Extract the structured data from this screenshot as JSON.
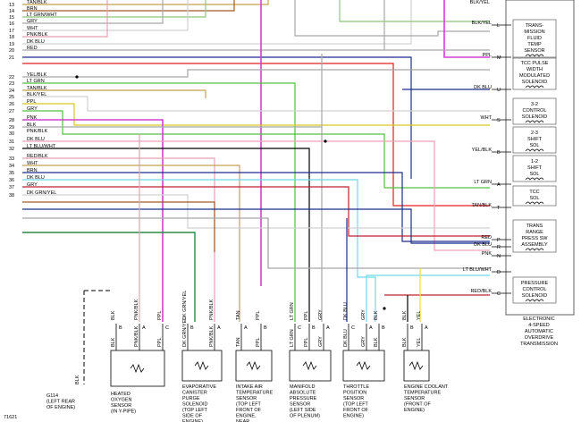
{
  "page": {
    "code": "71621"
  },
  "colors": {
    "wire": {
      "tan_blk": "#c8a050",
      "brn": "#a05a28",
      "lt_grn_wht": "#8cc878",
      "gry": "#a8a8a8",
      "wht": "#d0d0d0",
      "pnk_blk": "#e8a0b0",
      "dk_blu": "#1c2c8c",
      "red": "#e02020",
      "yel_blk": "#d8c820",
      "lt_grn": "#50c040",
      "ppl": "#d040d0",
      "pnk": "#f0a0b8",
      "blk": "#000000",
      "lt_blu_wht": "#70d8e8",
      "red_blk": "#c02030",
      "dk_grn_yel": "#2a8a4a",
      "yel": "#f0e020",
      "tan": "#d0b080"
    },
    "panel_border": "#606060",
    "panel_fill": "#ffffff"
  },
  "left_connector": {
    "rows": [
      {
        "pin": "13",
        "label": "TAN/BLK"
      },
      {
        "pin": "14",
        "label": "BRN"
      },
      {
        "pin": "15",
        "label": "LT GRN/WHT"
      },
      {
        "pin": "16",
        "label": "GRY"
      },
      {
        "pin": "17",
        "label": "WHT"
      },
      {
        "pin": "18",
        "label": "PNK/BLK"
      },
      {
        "pin": "19",
        "label": "DK BLU"
      },
      {
        "pin": "20",
        "label": "RED"
      },
      {
        "pin": "21",
        "label": ""
      },
      {
        "pin": "22",
        "label": "YEL/BLK"
      },
      {
        "pin": "23",
        "label": "LT GRN"
      },
      {
        "pin": "24",
        "label": "TAN/BLK"
      },
      {
        "pin": "25",
        "label": "BLK/YEL"
      },
      {
        "pin": "26",
        "label": "PPL"
      },
      {
        "pin": "27",
        "label": "GRY"
      },
      {
        "pin": "28",
        "label": "PNK"
      },
      {
        "pin": "29",
        "label": "BLK"
      },
      {
        "pin": "30",
        "label": "PNK/BLK"
      },
      {
        "pin": "31",
        "label": "DK BLU"
      },
      {
        "pin": "32",
        "label": "LT BLU/WHT"
      },
      {
        "pin": "33",
        "label": "RED/BLK"
      },
      {
        "pin": "34",
        "label": "WHT"
      },
      {
        "pin": "35",
        "label": "BRN"
      },
      {
        "pin": "36",
        "label": "DK BLU"
      },
      {
        "pin": "37",
        "label": "GRY"
      },
      {
        "pin": "38",
        "label": "DK GRN/YEL"
      }
    ]
  },
  "transmission": {
    "connectors": [
      {
        "wire": "BLK/YEL",
        "pin": "L"
      },
      {
        "wire": "PPL",
        "pin": "M"
      },
      {
        "wire": "DK BLU",
        "pin": "U"
      },
      {
        "wire": "WHT",
        "pin": "S"
      },
      {
        "wire": "YEL/BLK",
        "pin": "B"
      },
      {
        "wire": "LT GRN",
        "pin": "A"
      },
      {
        "wire": "TAN/BLK",
        "pin": "T"
      },
      {
        "wire": "RED",
        "pin": "P"
      },
      {
        "wire": "DK BLU",
        "pin": "R"
      },
      {
        "wire": "PNK",
        "pin": "N"
      },
      {
        "wire": "LT BLU/WHT",
        "pin": "D"
      },
      {
        "wire": "RED/BLK",
        "pin": "C"
      }
    ],
    "components": [
      {
        "label": "TRANS-\nMISSION\nFLUID\nTEMP\nSENSOR"
      },
      {
        "label": "TCC PULSE\nWIDTH\nMODULATED\nSOLENOID"
      },
      {
        "label": "3-2\nCONTROL\nSOLENOID"
      },
      {
        "label": "2-3\nSHIFT\nSOL"
      },
      {
        "label": "1-2\nSHIFT\nSOL"
      },
      {
        "label": "TCC\nSOL"
      },
      {
        "label": "TRANS\nRANGE\nPRESS SW\nASSEMBLY"
      },
      {
        "label": "PRESSURE\nCONTROL\nSOLENOID"
      }
    ],
    "title": "ELECTRONIC\n4-SPEED\nAUTOMATIC\nOVERDRIVE\nTRANSMISSION",
    "top_labels": [
      "BLK/YEL"
    ]
  },
  "sensors": [
    {
      "name": "oxygen",
      "label": "HEATED\nOXYGEN\nSENSOR\n(IN Y-PIPE)",
      "pins": [
        "B",
        "A",
        "C"
      ],
      "wires_top": [
        "BLK",
        "PNK/BLK",
        "PPL"
      ],
      "wires_bottom": [
        "BLK",
        "PNK/BLK",
        "PPL"
      ]
    },
    {
      "name": "evap",
      "label": "EVAPORATIVE\nCANISTER\nPURGE\nSOLENOID\n(TOP LEFT\nSIDE OF\nENGINE)",
      "pins": [
        "B",
        "A"
      ],
      "wires_top": [
        "DK GRN/YEL",
        "PNK/BLK"
      ],
      "wires_bottom": [
        "DK GRN/YEL",
        "PNK/BLK"
      ]
    },
    {
      "name": "iat",
      "label": "INTAKE AIR\nTEMPERATURE\nSENSOR\n(TOP LEFT\nFRONT OF\nENGINE,\nNEAR\nGENERATOR)",
      "pins": [
        "A",
        "B"
      ],
      "wires_top": [
        "TAN",
        "PPL"
      ],
      "wires_bottom": [
        "TAN",
        "PPL"
      ]
    },
    {
      "name": "map",
      "label": "MANIFOLD\nABSOLUTE\nPRESSURE\nSENSOR\n(LEFT SIDE\nOF PLENUM)",
      "pins": [
        "C",
        "B",
        "A"
      ],
      "wires_top": [
        "LT GRN",
        "PPL",
        "GRY"
      ],
      "wires_bottom": [
        "LT GRN",
        "PPL",
        "GRY"
      ]
    },
    {
      "name": "tps",
      "label": "THROTTLE\nPOSITION\nSENSOR\n(TOP LEFT\nFRONT OF\nENGINE)",
      "pins": [
        "C",
        "A",
        "B"
      ],
      "wires_top": [
        "DK BLU",
        "GRY",
        "BLK"
      ],
      "wires_bottom": [
        "DK BLU",
        "GRY",
        "BLK"
      ]
    },
    {
      "name": "ect",
      "label": "ENGINE COOLANT\nTEMPERATURE\nSENSOR\n(FRONT OF\nENGINE)",
      "pins": [
        "B",
        "A"
      ],
      "wires_top": [
        "BLK",
        "YEL"
      ],
      "wires_bottom": [
        "BLK",
        "YEL"
      ]
    }
  ],
  "ground": {
    "label": "G114\n(LEFT REAR\nOF ENGINE)",
    "wire": "BLK"
  }
}
